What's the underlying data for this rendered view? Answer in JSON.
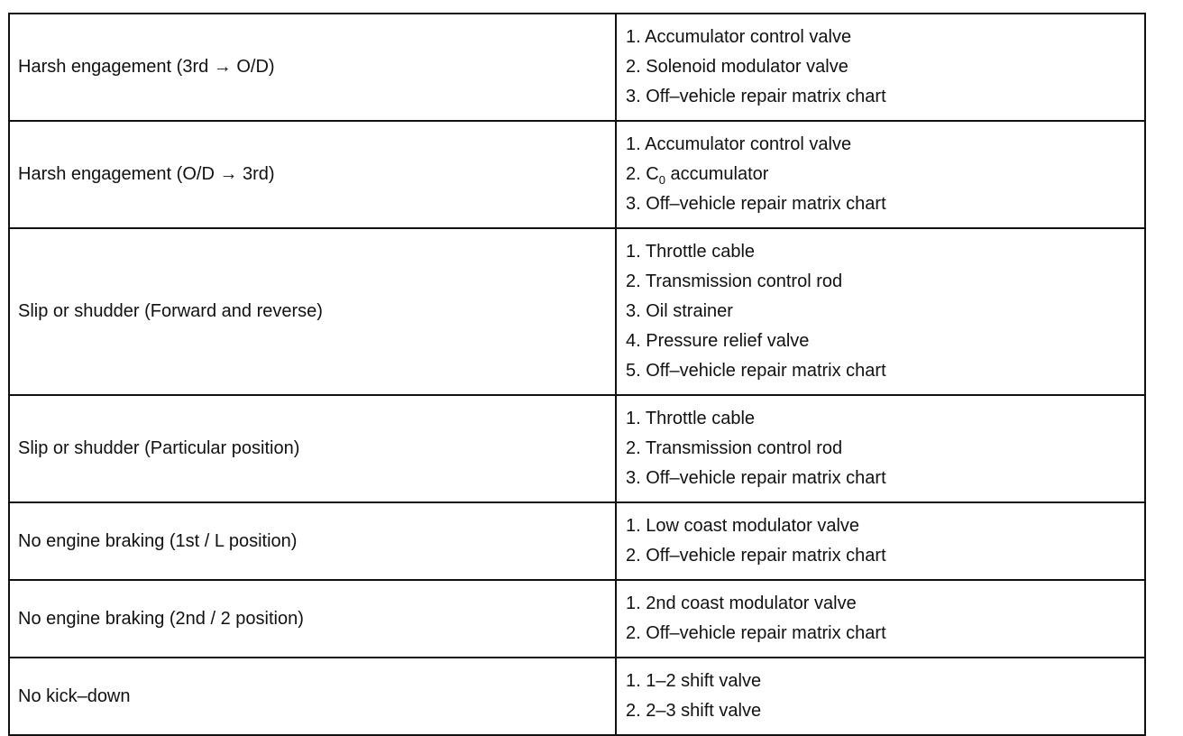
{
  "table": {
    "rows": [
      {
        "symptom": "Harsh engagement (3rd → O/D)",
        "causes": [
          "1. Accumulator control valve",
          "2. Solenoid modulator valve",
          "3. Off–vehicle repair matrix chart"
        ]
      },
      {
        "symptom": "Harsh engagement (O/D → 3rd)",
        "causes": [
          "1. Accumulator control valve",
          {
            "before": "2. C",
            "sub": "0",
            "after": " accumulator"
          },
          "3. Off–vehicle repair matrix chart"
        ]
      },
      {
        "symptom": "Slip or shudder (Forward and reverse)",
        "causes": [
          "1. Throttle cable",
          "2. Transmission control rod",
          "3. Oil strainer",
          "4. Pressure relief valve",
          "5. Off–vehicle repair matrix chart"
        ]
      },
      {
        "symptom": "Slip or shudder (Particular position)",
        "causes": [
          "1. Throttle cable",
          "2. Transmission control rod",
          "3. Off–vehicle repair matrix chart"
        ]
      },
      {
        "symptom": "No engine braking (1st / L position)",
        "causes": [
          "1. Low coast modulator valve",
          "2. Off–vehicle repair matrix chart"
        ]
      },
      {
        "symptom": "No engine braking (2nd / 2 position)",
        "causes": [
          "1. 2nd coast modulator valve",
          "2. Off–vehicle repair matrix chart"
        ]
      },
      {
        "symptom": "No kick–down",
        "causes": [
          "1. 1–2 shift valve",
          "2. 2–3 shift valve"
        ]
      }
    ]
  }
}
